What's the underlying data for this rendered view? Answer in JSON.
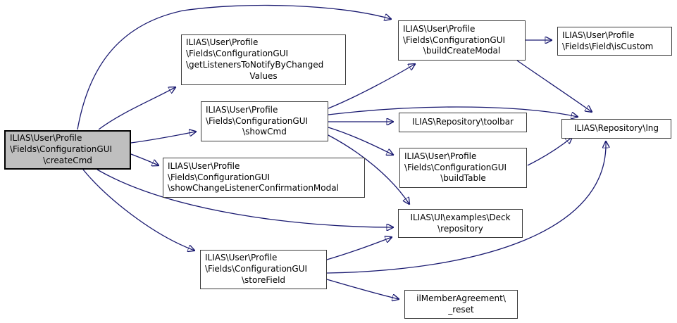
{
  "diagram": {
    "type": "call-graph",
    "nodes": {
      "createCmd": {
        "main": "ILIAS\\User\\Profile\n\\Fields\\ConfigurationGUI",
        "last": "\\createCmd",
        "highlighted": true
      },
      "getListeners": {
        "main": "ILIAS\\User\\Profile\n\\Fields\\ConfigurationGUI\n\\getListenersToNotifyByChanged",
        "last": "Values"
      },
      "showCmd": {
        "main": "ILIAS\\User\\Profile\n\\Fields\\ConfigurationGUI",
        "last": "\\showCmd"
      },
      "showChangeModal": {
        "main": "ILIAS\\User\\Profile\n\\Fields\\ConfigurationGUI",
        "last": "\\showChangeListenerConfirmationModal"
      },
      "buildCreateModal": {
        "main": "ILIAS\\User\\Profile\n\\Fields\\ConfigurationGUI",
        "last": "\\buildCreateModal"
      },
      "isCustom": {
        "main": "ILIAS\\User\\Profile",
        "last": "\\Fields\\Field\\isCustom"
      },
      "toolbar": {
        "main": "",
        "last": "ILIAS\\Repository\\toolbar"
      },
      "buildTable": {
        "main": "ILIAS\\User\\Profile\n\\Fields\\ConfigurationGUI",
        "last": "\\buildTable"
      },
      "deckRepository": {
        "main": "ILIAS\\UI\\examples\\Deck",
        "last": "\\repository"
      },
      "lng": {
        "main": "",
        "last": "ILIAS\\Repository\\lng"
      },
      "storeField": {
        "main": "ILIAS\\User\\Profile\n\\Fields\\ConfigurationGUI",
        "last": "\\storeField"
      },
      "reset": {
        "main": "ilMemberAgreement\\",
        "last": "_reset"
      }
    },
    "edges": [
      {
        "from": "createCmd",
        "to": "buildCreateModal"
      },
      {
        "from": "createCmd",
        "to": "getListeners"
      },
      {
        "from": "createCmd",
        "to": "showCmd"
      },
      {
        "from": "createCmd",
        "to": "showChangeModal"
      },
      {
        "from": "createCmd",
        "to": "deckRepository"
      },
      {
        "from": "createCmd",
        "to": "storeField"
      },
      {
        "from": "showCmd",
        "to": "buildCreateModal"
      },
      {
        "from": "showCmd",
        "to": "lng"
      },
      {
        "from": "showCmd",
        "to": "toolbar"
      },
      {
        "from": "showCmd",
        "to": "buildTable"
      },
      {
        "from": "showCmd",
        "to": "deckRepository"
      },
      {
        "from": "buildCreateModal",
        "to": "isCustom"
      },
      {
        "from": "buildCreateModal",
        "to": "lng"
      },
      {
        "from": "buildTable",
        "to": "lng"
      },
      {
        "from": "storeField",
        "to": "deckRepository"
      },
      {
        "from": "storeField",
        "to": "lng"
      },
      {
        "from": "storeField",
        "to": "reset"
      }
    ]
  },
  "colors": {
    "edge": "#191970",
    "node_border": "#3c3c3c",
    "node_fill": "#ffffff",
    "highlight_fill": "#bfbfbf",
    "text": "#000000",
    "bg": "#ffffff"
  }
}
